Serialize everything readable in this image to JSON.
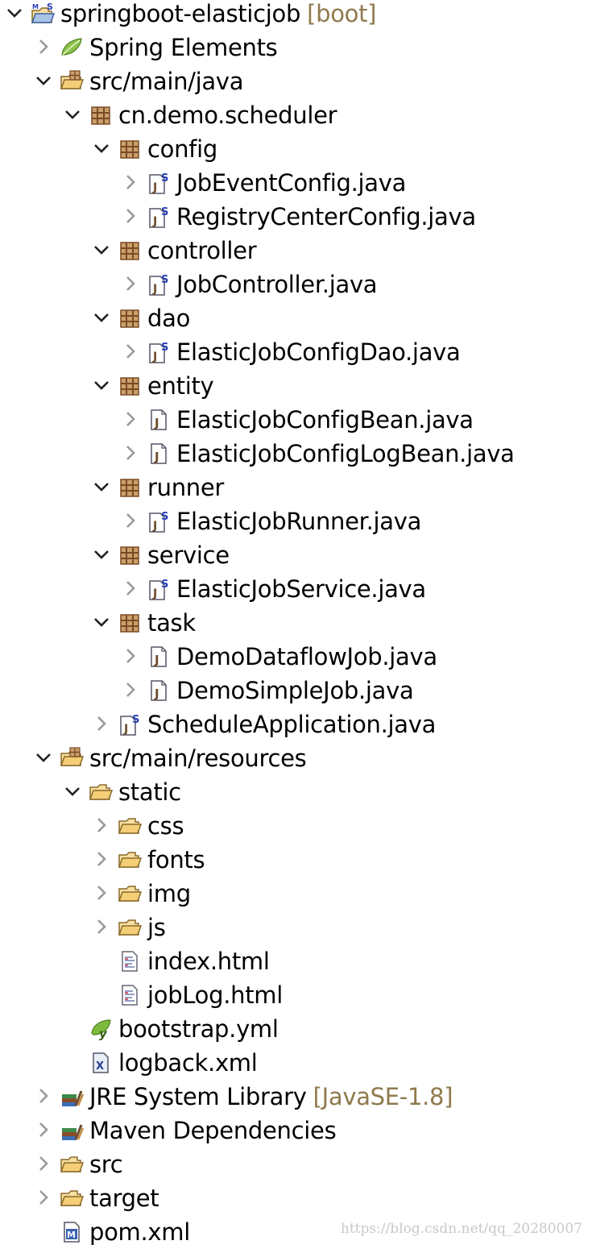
{
  "tree": [
    {
      "depth": 0,
      "expand": "open",
      "icon": "spring-project-icon",
      "label": "springboot-elasticjob",
      "decoration": "[boot]"
    },
    {
      "depth": 1,
      "expand": "closed",
      "icon": "spring-leaf-icon",
      "label": "Spring Elements"
    },
    {
      "depth": 1,
      "expand": "open",
      "icon": "source-folder-icon",
      "label": "src/main/java"
    },
    {
      "depth": 2,
      "expand": "open",
      "icon": "package-icon",
      "label": "cn.demo.scheduler"
    },
    {
      "depth": 3,
      "expand": "open",
      "icon": "package-icon",
      "label": "config"
    },
    {
      "depth": 4,
      "expand": "closed",
      "icon": "spring-java-file-icon",
      "label": "JobEventConfig.java"
    },
    {
      "depth": 4,
      "expand": "closed",
      "icon": "spring-java-file-icon",
      "label": "RegistryCenterConfig.java"
    },
    {
      "depth": 3,
      "expand": "open",
      "icon": "package-icon",
      "label": "controller"
    },
    {
      "depth": 4,
      "expand": "closed",
      "icon": "spring-java-file-icon",
      "label": "JobController.java"
    },
    {
      "depth": 3,
      "expand": "open",
      "icon": "package-icon",
      "label": "dao"
    },
    {
      "depth": 4,
      "expand": "closed",
      "icon": "spring-java-file-icon",
      "label": "ElasticJobConfigDao.java"
    },
    {
      "depth": 3,
      "expand": "open",
      "icon": "package-icon",
      "label": "entity"
    },
    {
      "depth": 4,
      "expand": "closed",
      "icon": "java-file-icon",
      "label": "ElasticJobConfigBean.java"
    },
    {
      "depth": 4,
      "expand": "closed",
      "icon": "java-file-icon",
      "label": "ElasticJobConfigLogBean.java"
    },
    {
      "depth": 3,
      "expand": "open",
      "icon": "package-icon",
      "label": "runner"
    },
    {
      "depth": 4,
      "expand": "closed",
      "icon": "spring-java-file-icon",
      "label": "ElasticJobRunner.java"
    },
    {
      "depth": 3,
      "expand": "open",
      "icon": "package-icon",
      "label": "service"
    },
    {
      "depth": 4,
      "expand": "closed",
      "icon": "spring-java-file-icon",
      "label": "ElasticJobService.java"
    },
    {
      "depth": 3,
      "expand": "open",
      "icon": "package-icon",
      "label": "task"
    },
    {
      "depth": 4,
      "expand": "closed",
      "icon": "java-file-icon",
      "label": "DemoDataflowJob.java"
    },
    {
      "depth": 4,
      "expand": "closed",
      "icon": "java-file-icon",
      "label": "DemoSimpleJob.java"
    },
    {
      "depth": 3,
      "expand": "closed",
      "icon": "spring-java-file-icon",
      "label": "ScheduleApplication.java"
    },
    {
      "depth": 1,
      "expand": "open",
      "icon": "source-folder-icon",
      "label": "src/main/resources"
    },
    {
      "depth": 2,
      "expand": "open",
      "icon": "folder-icon",
      "label": "static"
    },
    {
      "depth": 3,
      "expand": "closed",
      "icon": "folder-icon",
      "label": "css"
    },
    {
      "depth": 3,
      "expand": "closed",
      "icon": "folder-icon",
      "label": "fonts"
    },
    {
      "depth": 3,
      "expand": "closed",
      "icon": "folder-icon",
      "label": "img"
    },
    {
      "depth": 3,
      "expand": "closed",
      "icon": "folder-icon",
      "label": "js"
    },
    {
      "depth": 3,
      "expand": "none",
      "icon": "html-file-icon",
      "label": "index.html"
    },
    {
      "depth": 3,
      "expand": "none",
      "icon": "html-file-icon",
      "label": "jobLog.html"
    },
    {
      "depth": 2,
      "expand": "none",
      "icon": "spring-yml-file-icon",
      "label": "bootstrap.yml"
    },
    {
      "depth": 2,
      "expand": "none",
      "icon": "xml-file-icon",
      "label": "logback.xml"
    },
    {
      "depth": 1,
      "expand": "closed",
      "icon": "library-icon",
      "label": "JRE System Library",
      "decoration": "[JavaSE-1.8]"
    },
    {
      "depth": 1,
      "expand": "closed",
      "icon": "library-icon",
      "label": "Maven Dependencies"
    },
    {
      "depth": 1,
      "expand": "closed",
      "icon": "folder-icon",
      "label": "src"
    },
    {
      "depth": 1,
      "expand": "closed",
      "icon": "folder-icon",
      "label": "target"
    },
    {
      "depth": 1,
      "expand": "none",
      "icon": "maven-pom-icon",
      "label": "pom.xml"
    }
  ],
  "watermark": "https://blog.csdn.net/qq_20280007",
  "colors": {
    "decoration": "#8f7a4d",
    "watermark": "#c9c9c9",
    "label": "#000000"
  }
}
